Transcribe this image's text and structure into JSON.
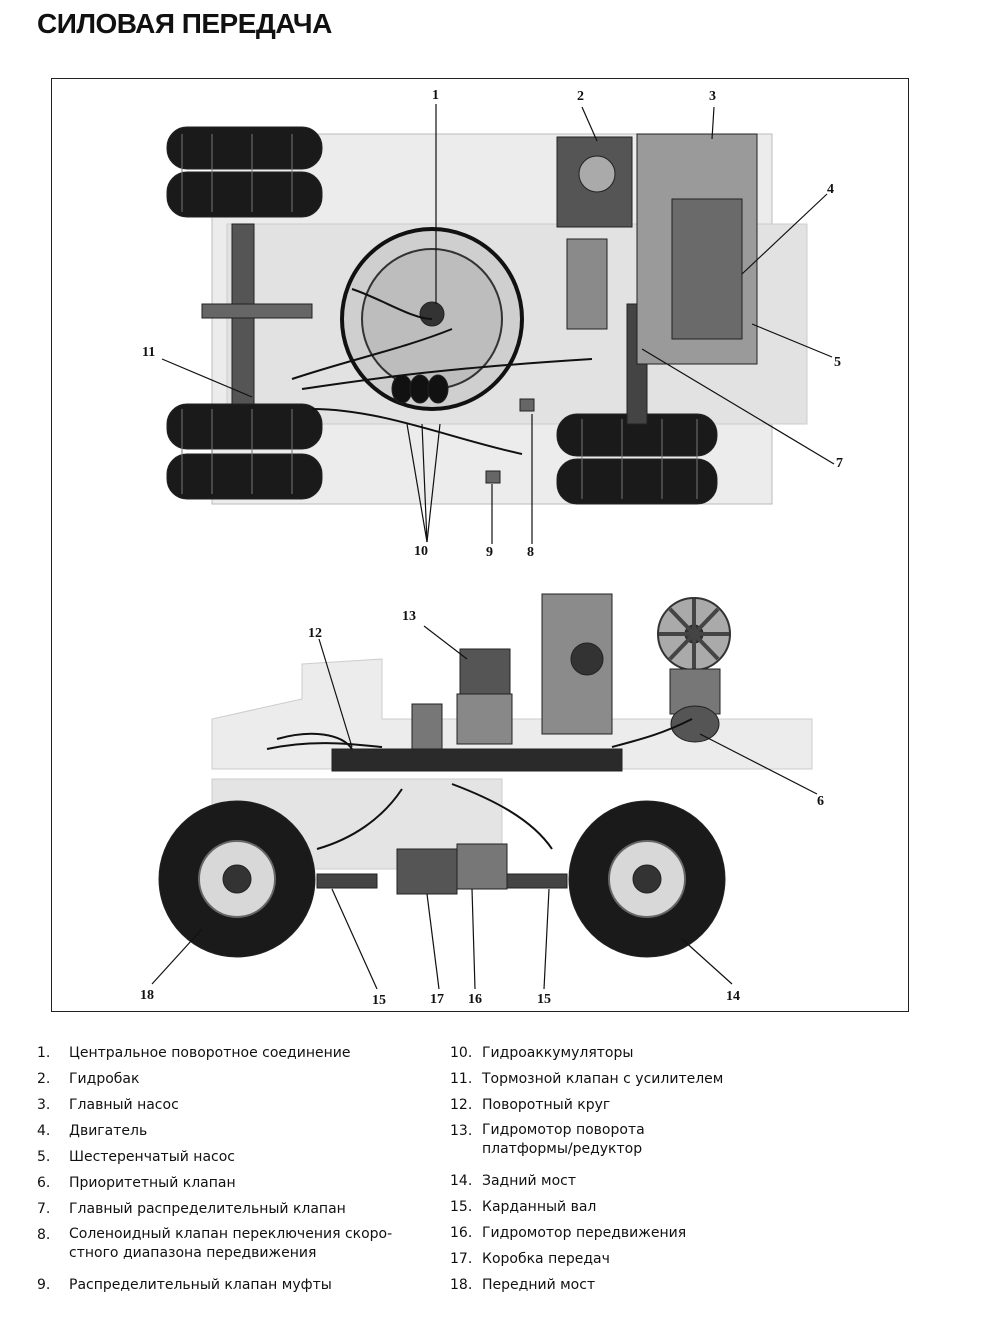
{
  "title": "СИЛОВАЯ ПЕРЕДАЧА",
  "callouts": [
    "1",
    "2",
    "3",
    "4",
    "5",
    "11",
    "7",
    "10",
    "9",
    "8",
    "13",
    "12",
    "6",
    "18",
    "15",
    "17",
    "16",
    "15",
    "14"
  ],
  "legend_left": [
    {
      "num": "1.",
      "text": "Центральное поворотное соединение"
    },
    {
      "num": "2.",
      "text": "Гидробак"
    },
    {
      "num": "3.",
      "text": "Главный насос"
    },
    {
      "num": "4.",
      "text": "Двигатель"
    },
    {
      "num": "5.",
      "text": "Шестеренчатый насос"
    },
    {
      "num": "6.",
      "text": "Приоритетный клапан"
    },
    {
      "num": "7.",
      "text": "Главный распределительный клапан"
    },
    {
      "num": "8.",
      "text": "Соленоидный клапан переключения скоро-",
      "text2": "стного диапазона передвижения"
    },
    {
      "num": "9.",
      "text": "Распределительный клапан муфты"
    }
  ],
  "legend_right": [
    {
      "num": "10.",
      "text": "Гидроаккумуляторы"
    },
    {
      "num": "11.",
      "text": "Тормозной клапан с усилителем"
    },
    {
      "num": "12.",
      "text": "Поворотный круг"
    },
    {
      "num": "13.",
      "text": "Гидромотор поворота",
      "text2": "платформы/редуктор"
    },
    {
      "num": "14.",
      "text": "Задний мост"
    },
    {
      "num": "15.",
      "text": "Карданный вал"
    },
    {
      "num": "16.",
      "text": "Гидромотор передвижения"
    },
    {
      "num": "17.",
      "text": "Коробка передач"
    },
    {
      "num": "18.",
      "text": "Передний мост"
    }
  ]
}
